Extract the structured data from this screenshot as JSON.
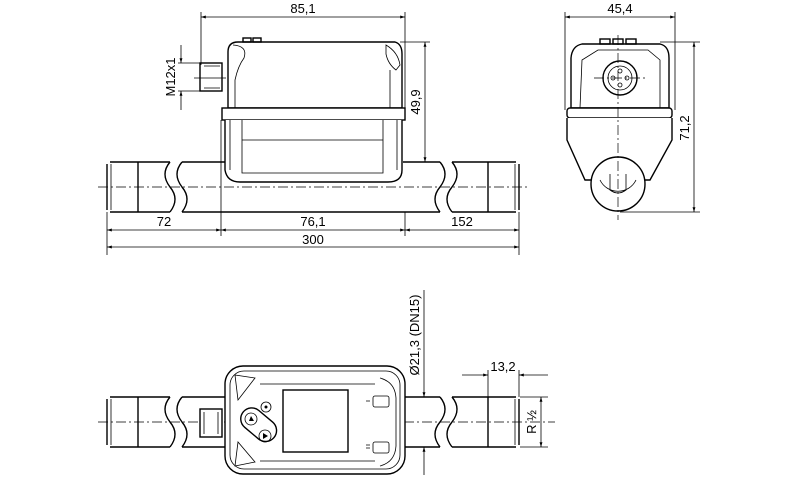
{
  "drawing": {
    "side_view": {
      "width_top": "85,1",
      "height_body": "49,9",
      "connector_thread": "M12x1",
      "len_left": "72",
      "len_body": "76,1",
      "len_right": "152",
      "len_total": "300"
    },
    "end_view": {
      "width": "45,4",
      "height": "71,2"
    },
    "top_view": {
      "pipe_diameter": "Ø21,3 (DN15)",
      "thread_length": "13,2",
      "thread_type": "R ½"
    }
  }
}
